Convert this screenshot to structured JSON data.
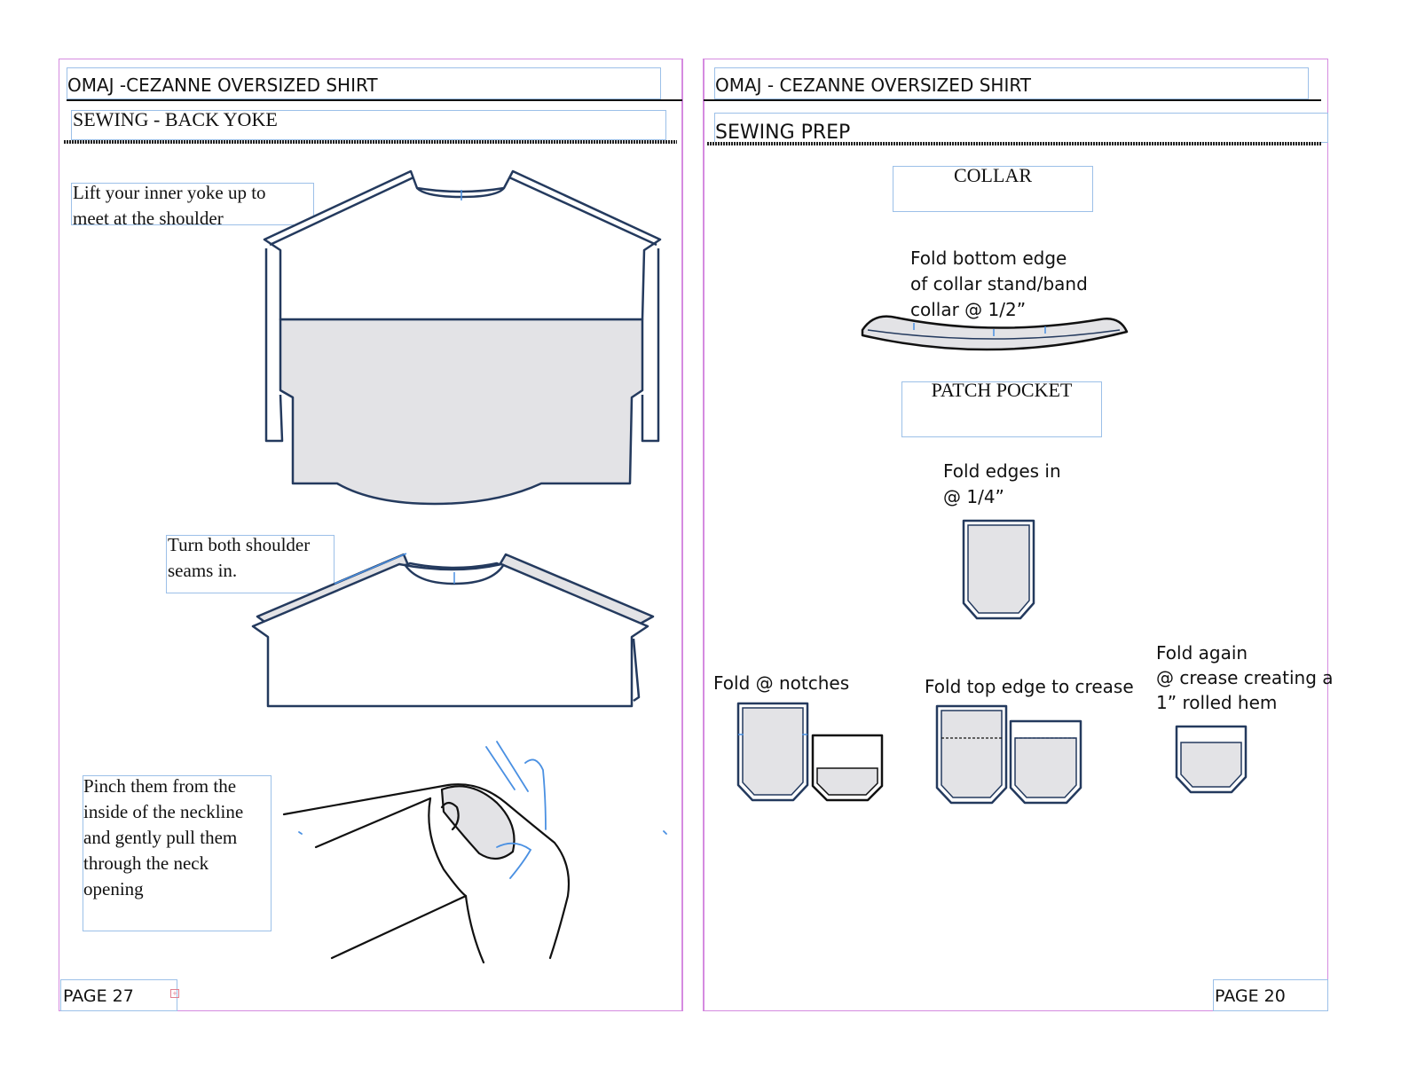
{
  "left_page": {
    "header": "OMAJ -CEZANNE OVERSIZED SHIRT",
    "section_title": "SEWING  - BACK YOKE",
    "step1": "Lift your inner yoke up to\nmeet at the shoulder",
    "step2": "Turn both shoulder\nseams in.",
    "step3": "Pinch them from the\ninside of the neckline\nand gently pull them\nthrough the neck\nopening",
    "page_number": "PAGE 27"
  },
  "right_page": {
    "header": "OMAJ - CEZANNE OVERSIZED SHIRT",
    "section_title": "SEWING PREP",
    "collar_heading": "COLLAR",
    "collar_step": "Fold bottom edge\nof collar stand/band\ncollar @ 1/2”",
    "pocket_heading": "PATCH POCKET",
    "pocket_step1": "Fold edges in\n@ 1/4”",
    "pocket_step2": "Fold @ notches",
    "pocket_step3": "Fold top edge to crease",
    "pocket_step4": "Fold again\n@ crease creating a\n1” rolled hem",
    "page_number": "PAGE 20"
  },
  "colors": {
    "frame": "#d58be0",
    "selection": "#9cc0e8",
    "outline": "#243a5e",
    "fill": "#e3e3e6",
    "hand": "#4a90e2"
  }
}
